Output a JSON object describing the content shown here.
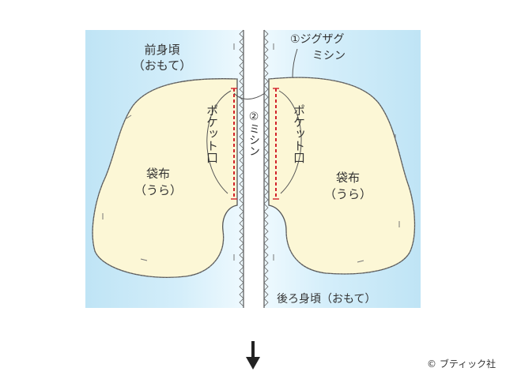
{
  "colors": {
    "fabric_outer": "#bfe4f5",
    "fabric_bright": "#e6f6fd",
    "pocket_bag": "#fcf7d6",
    "outline": "#555555",
    "stitch_red": "#d2232a",
    "text": "#333333"
  },
  "labels": {
    "front_body_line1": "前身頃",
    "front_body_line2": "（おもて）",
    "zigzag_line1": "①ジグザグ",
    "zigzag_line2": "ミシン",
    "pocket_opening_left": "ポケット口",
    "pocket_opening_right": "ポケット口",
    "sewing_machine": "②ミシン",
    "bag_left_line1": "袋布",
    "bag_left_line2": "（うら）",
    "bag_right_line1": "袋布",
    "bag_right_line2": "（うら）",
    "back_body": "後ろ身頃（おもて）"
  },
  "arrow": {
    "icon": "arrow-down-icon"
  },
  "copyright": "© ブティック社"
}
